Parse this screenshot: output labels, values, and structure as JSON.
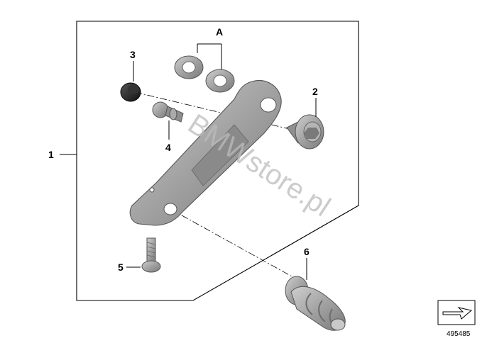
{
  "callouts": {
    "main_assembly": "1",
    "bolt_2": "2",
    "cap_3": "3",
    "ball_stud_4": "4",
    "screw_5": "5",
    "peg_6": "6",
    "washers_A": "A"
  },
  "watermark": "BMWstore.pl",
  "reference_number": "495485",
  "colors": {
    "part_fill": "#9b9b9b",
    "part_dark": "#6e6e6e",
    "part_light": "#c4c4c4",
    "line": "#000000",
    "watermark": "#bcbcbc"
  }
}
